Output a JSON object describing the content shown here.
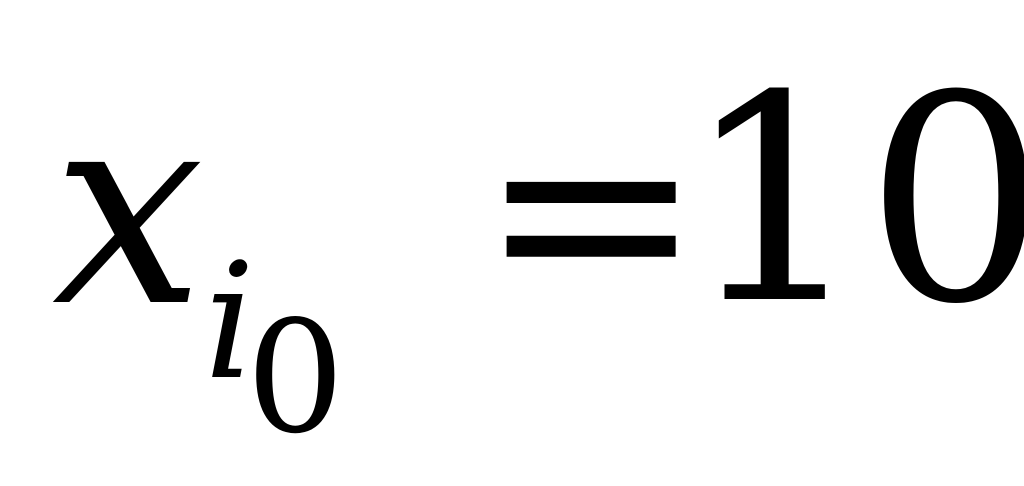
{
  "formula": {
    "variable": "x",
    "subscript_letter": "i",
    "subscript_index": "0",
    "operator": "=",
    "value": "10"
  },
  "colors": {
    "background": "#ffffff",
    "text": "#000000"
  }
}
